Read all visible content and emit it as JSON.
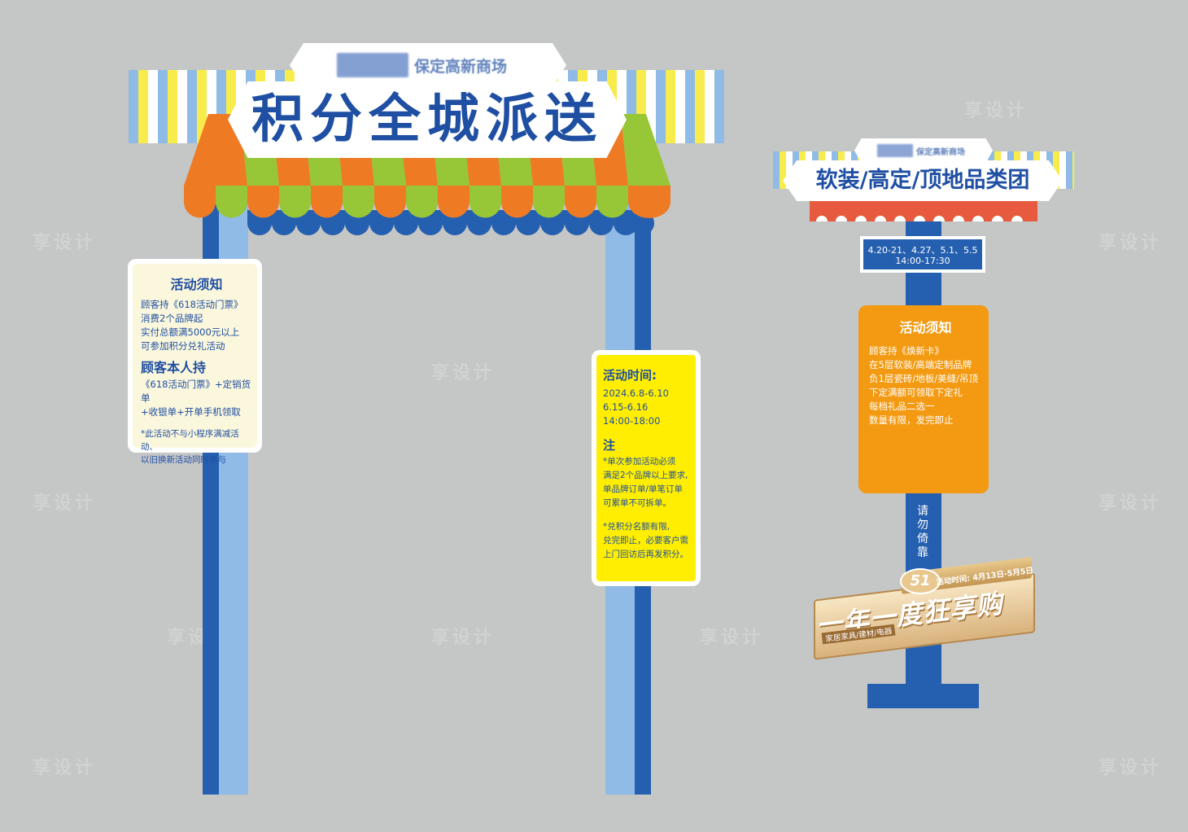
{
  "colors": {
    "background": "#c5c6c6",
    "blue": "#2560b0",
    "light_blue": "#8fbbe6",
    "yellow": "#f7ec4b",
    "orange": "#ee7a24",
    "green": "#97c637",
    "notice_orange": "#f39a12",
    "notice_yellow": "#ffee00",
    "red": "#e85a3f"
  },
  "arch": {
    "logo_text": "保定高新商场",
    "title": "积分全城派送",
    "notice_left": {
      "heading": "活动须知",
      "lines": [
        "顾客持《618活动门票》",
        "消费2个品牌起",
        "实付总额满5000元以上",
        "可参加积分兑礼活动"
      ],
      "subheading": "顾客本人持",
      "sub_lines": [
        "《618活动门票》+定销货单",
        "+收银单+开单手机领取"
      ],
      "footnote_lines": [
        "*此活动不与小程序满减活动、",
        "以旧换新活动同时参与"
      ]
    },
    "notice_right": {
      "heading": "活动时间:",
      "dates": [
        "2024.6.8-6.10",
        "6.15-6.16",
        "14:00-18:00"
      ],
      "note_heading": "注",
      "note1": [
        "*单次参加活动必须",
        "满足2个品牌以上要求,",
        "单品牌订单/单笔订单",
        "可累单不可拆单。"
      ],
      "note2": [
        "*兑积分名额有限,",
        "兑完即止，必要客户需",
        "上门回访后再发积分。"
      ]
    }
  },
  "sign": {
    "logo_text": "保定高新商场",
    "title": "软装/高定/顶地品类团",
    "dates": "4.20-21、4.27、5.1、5.5",
    "time": "14:00-17:30",
    "notice": {
      "heading": "活动须知",
      "lines": [
        "顾客持《焕新卡》",
        "在5层软装/高端定制品牌",
        "负1层瓷砖/地板/美缝/吊顶",
        "下定满额可领取下定礼",
        "每档礼品二选一",
        "数量有限，发完即止"
      ]
    },
    "do_not_lean": "请勿倚靠",
    "badge": {
      "number": "51",
      "time_label": "活动时间: 4月13日-5月5日",
      "title": "一年一度狂享购",
      "subtitle": "家居家具/建材/电器"
    }
  },
  "watermark": "享设计"
}
